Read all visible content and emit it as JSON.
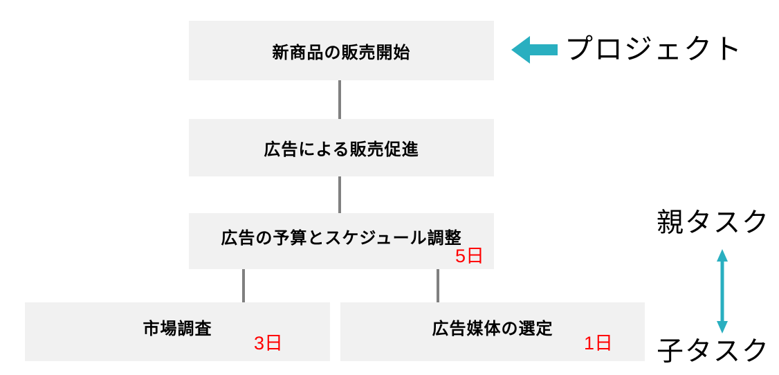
{
  "colors": {
    "box_fill": "#f1f1f1",
    "connector_gray": "#808080",
    "accent_teal": "#29afc0",
    "duration_red": "#ff0000",
    "text_black": "#000000"
  },
  "tree": {
    "nodes": {
      "project": {
        "label": "新商品の販売開始"
      },
      "promotion": {
        "label": "広告による販売促進"
      },
      "parent": {
        "label": "広告の予算とスケジュール調整",
        "duration": "5日"
      },
      "child_left": {
        "label": "市場調査",
        "duration": "3日"
      },
      "child_right": {
        "label": "広告媒体の選定",
        "duration": "1日"
      }
    }
  },
  "annotations": {
    "project": "プロジェクト",
    "parent": "親タスク",
    "child": "子タスク"
  }
}
